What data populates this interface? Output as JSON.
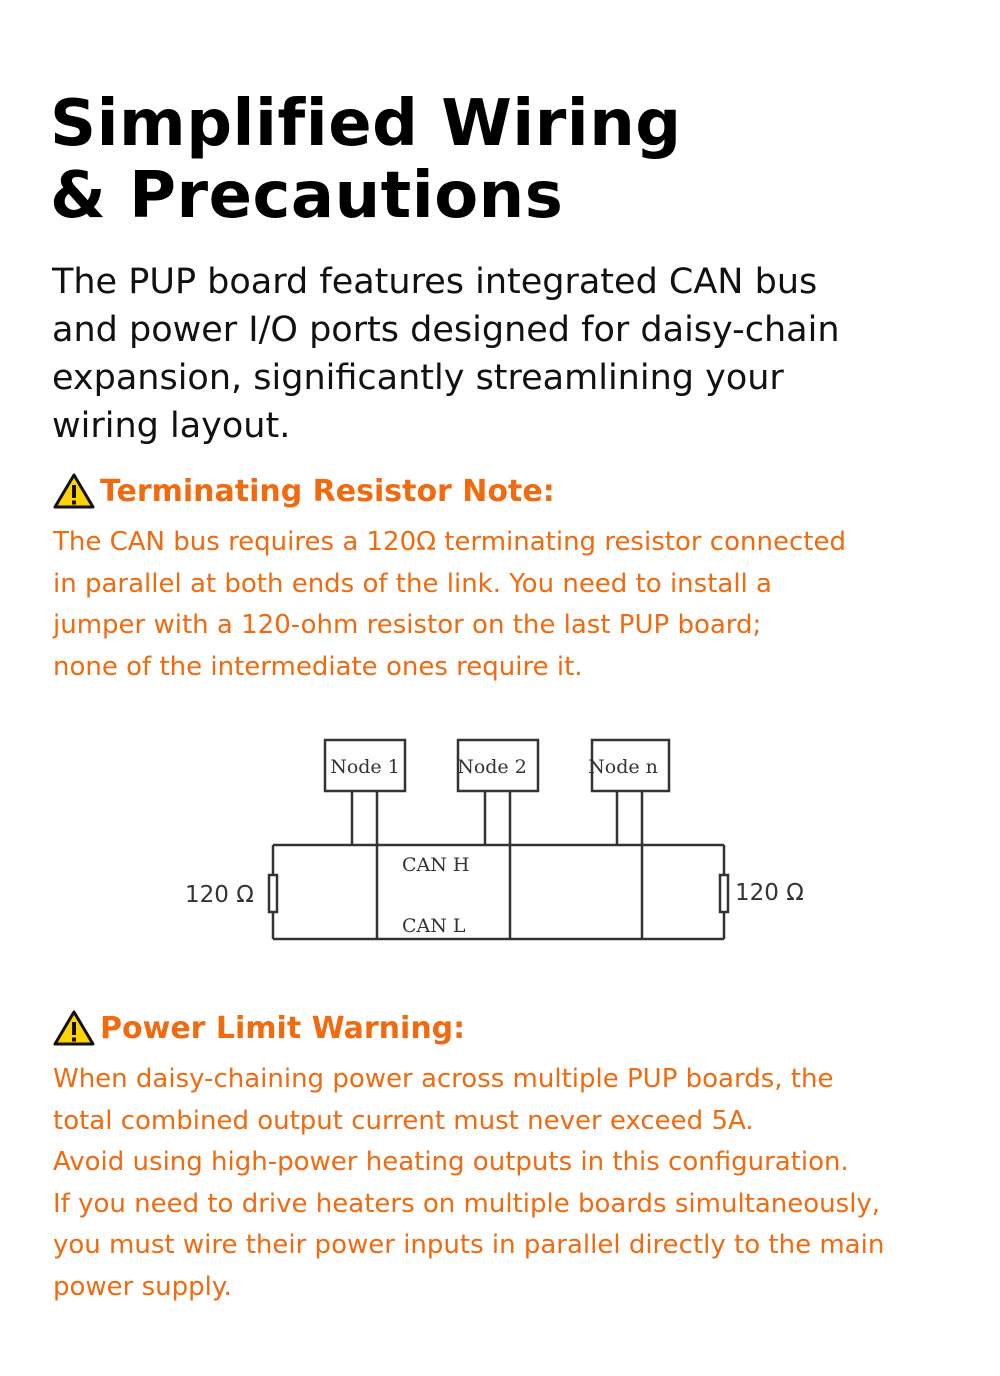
{
  "title": {
    "line1": "Simplified Wiring",
    "line2": "& Precautions"
  },
  "intro": [
    "The PUP board features integrated CAN bus",
    "and power I/O ports designed for daisy-chain",
    "expansion, significantly streamlining your",
    "wiring layout."
  ],
  "resistor_note": {
    "heading": "Terminating Resistor Note:",
    "icon": "warning-triangle-icon",
    "lines": [
      "The CAN bus requires a 120Ω terminating resistor connected",
      "in parallel at both ends of the link. You need to install a",
      "jumper with a 120-ohm resistor on the last PUP board;",
      "none of the intermediate ones require it."
    ]
  },
  "diagram": {
    "nodes": [
      "Node 1",
      "Node 2",
      "Node n"
    ],
    "can_h": "CAN H",
    "can_l": "CAN L",
    "resistor_left": "120 Ω",
    "resistor_right": "120 Ω"
  },
  "power_note": {
    "heading": "Power Limit Warning:",
    "icon": "warning-triangle-icon",
    "lines": [
      "When daisy-chaining power across multiple PUP boards, the",
      "total combined output current must never exceed 5A.",
      "Avoid using high-power heating outputs in this configuration.",
      "If you need to drive heaters on multiple boards simultaneously,",
      "you must wire their power inputs in parallel directly to the main",
      "power supply."
    ]
  },
  "colors": {
    "accent": "#f06a0f",
    "warning_fill": "#ffd400"
  }
}
